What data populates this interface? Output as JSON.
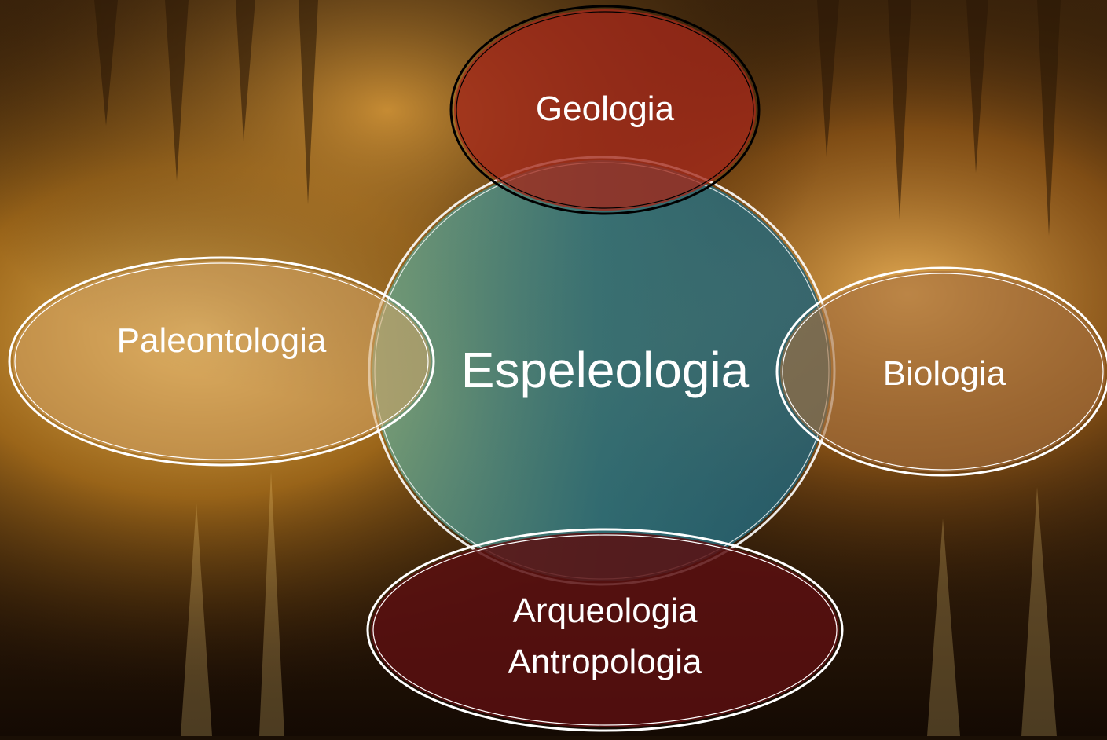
{
  "diagram": {
    "center": {
      "label": "Espeleologia",
      "color": "#2b6b78"
    },
    "nodes": [
      {
        "id": "geologia",
        "lines": [
          "Geologia"
        ],
        "color": "#a3281a"
      },
      {
        "id": "paleontologia",
        "lines": [
          "Paleontologia"
        ],
        "color": "#c79a5a"
      },
      {
        "id": "biologia",
        "lines": [
          "Biologia"
        ],
        "color": "#9a6a40"
      },
      {
        "id": "arqueologia-antropologia",
        "lines": [
          "Arqueologia",
          "Antropologia"
        ],
        "color": "#5a0f10"
      }
    ]
  },
  "background": {
    "description_colors": [
      "#1c1006",
      "#6b4514",
      "#c98a2a",
      "#f0c060"
    ]
  }
}
